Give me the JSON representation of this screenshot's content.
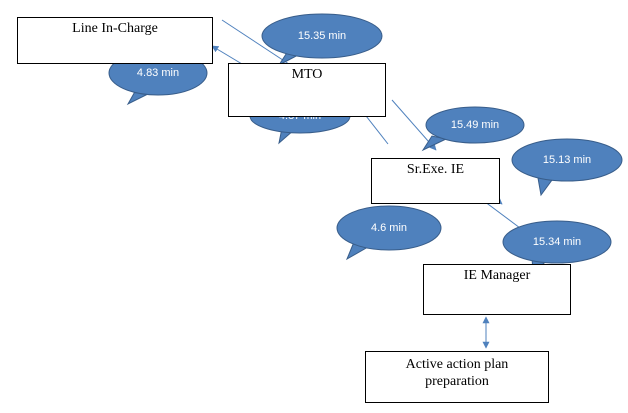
{
  "colors": {
    "box_border": "#000000",
    "arrow": "#4f81bd",
    "callout_fill": "#4f81bd",
    "callout_stroke": "#385d8a",
    "callout_text": "#ffffff"
  },
  "boxes": {
    "line_in_charge": "Line In-Charge",
    "mto": "MTO",
    "sr_exe_ie": "Sr.Exe. IE",
    "ie_manager": "IE Manager",
    "action_plan": [
      "Active action plan",
      "preparation"
    ]
  },
  "callouts": [
    {
      "id": "callout-15-35",
      "text": "15.35 min"
    },
    {
      "id": "callout-4-83",
      "text": "4.83 min"
    },
    {
      "id": "callout-4-87",
      "text": "4.87 min"
    },
    {
      "id": "callout-15-49",
      "text": "15.49 min"
    },
    {
      "id": "callout-15-13",
      "text": "15.13 min"
    },
    {
      "id": "callout-4-6",
      "text": "4.6 min"
    },
    {
      "id": "callout-15-34",
      "text": "15.34 min"
    }
  ]
}
